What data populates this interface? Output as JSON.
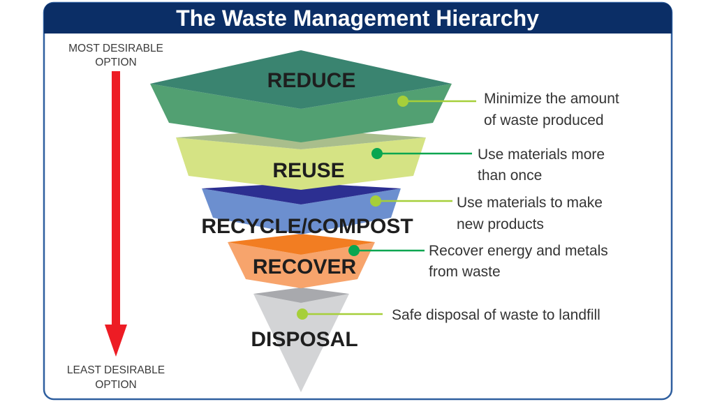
{
  "title": "The Waste Management Hierarchy",
  "arrow": {
    "top_label": [
      "MOST DESIRABLE",
      "OPTION"
    ],
    "bottom_label": [
      "LEAST DESIRABLE",
      "OPTION"
    ],
    "color": "#ed1c24"
  },
  "levels": [
    {
      "name": "REDUCE",
      "description": [
        "Minimize the amount",
        "of waste produced"
      ],
      "top_color": "#3a8470",
      "front_color": "#52a072",
      "dot_color": "#a6cf3a"
    },
    {
      "name": "REUSE",
      "description": [
        "Use materials more",
        "than once"
      ],
      "top_color": "#a9be8c",
      "front_color": "#d5e384",
      "dot_color": "#0aa650"
    },
    {
      "name": "RECYCLE/COMPOST",
      "description": [
        "Use materials to make",
        "new products"
      ],
      "top_color": "#2c2f91",
      "front_color": "#6c8fcf",
      "dot_color": "#a6cf3a"
    },
    {
      "name": "RECOVER",
      "description": [
        "Recover energy and metals",
        "from waste"
      ],
      "top_color": "#f27d22",
      "front_color": "#f7a46c",
      "dot_color": "#0aa650"
    },
    {
      "name": "DISPOSAL",
      "description": [
        "Safe disposal of waste to landfill"
      ],
      "top_color": "#a8a9ad",
      "front_color": "#d3d4d6",
      "dot_color": "#a6cf3a"
    }
  ],
  "colors": {
    "header": "#0b2e66",
    "frame": "#2f5f9f"
  }
}
